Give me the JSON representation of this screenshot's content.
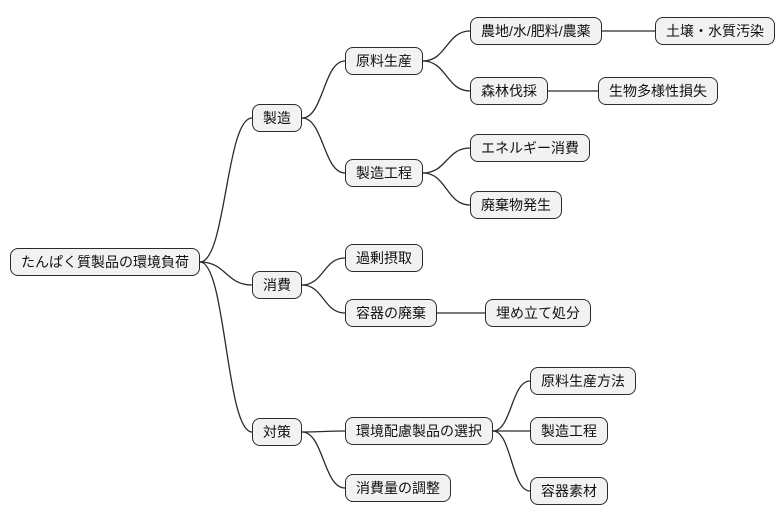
{
  "mindmap": {
    "root": {
      "label": "たんぱく質製品の環境負荷",
      "children": [
        {
          "label": "製造",
          "children": [
            {
              "label": "原料生産",
              "children": [
                {
                  "label": "農地/水/肥料/農薬",
                  "children": [
                    {
                      "label": "土壌・水質汚染"
                    }
                  ]
                },
                {
                  "label": "森林伐採",
                  "children": [
                    {
                      "label": "生物多様性損失"
                    }
                  ]
                }
              ]
            },
            {
              "label": "製造工程",
              "children": [
                {
                  "label": "エネルギー消費"
                },
                {
                  "label": "廃棄物発生"
                }
              ]
            }
          ]
        },
        {
          "label": "消費",
          "children": [
            {
              "label": "過剰摂取"
            },
            {
              "label": "容器の廃棄",
              "children": [
                {
                  "label": "埋め立て処分"
                }
              ]
            }
          ]
        },
        {
          "label": "対策",
          "children": [
            {
              "label": "環境配慮製品の選択",
              "children": [
                {
                  "label": "原料生産方法"
                },
                {
                  "label": "製造工程"
                },
                {
                  "label": "容器素材"
                }
              ]
            },
            {
              "label": "消費量の調整"
            }
          ]
        }
      ]
    }
  }
}
